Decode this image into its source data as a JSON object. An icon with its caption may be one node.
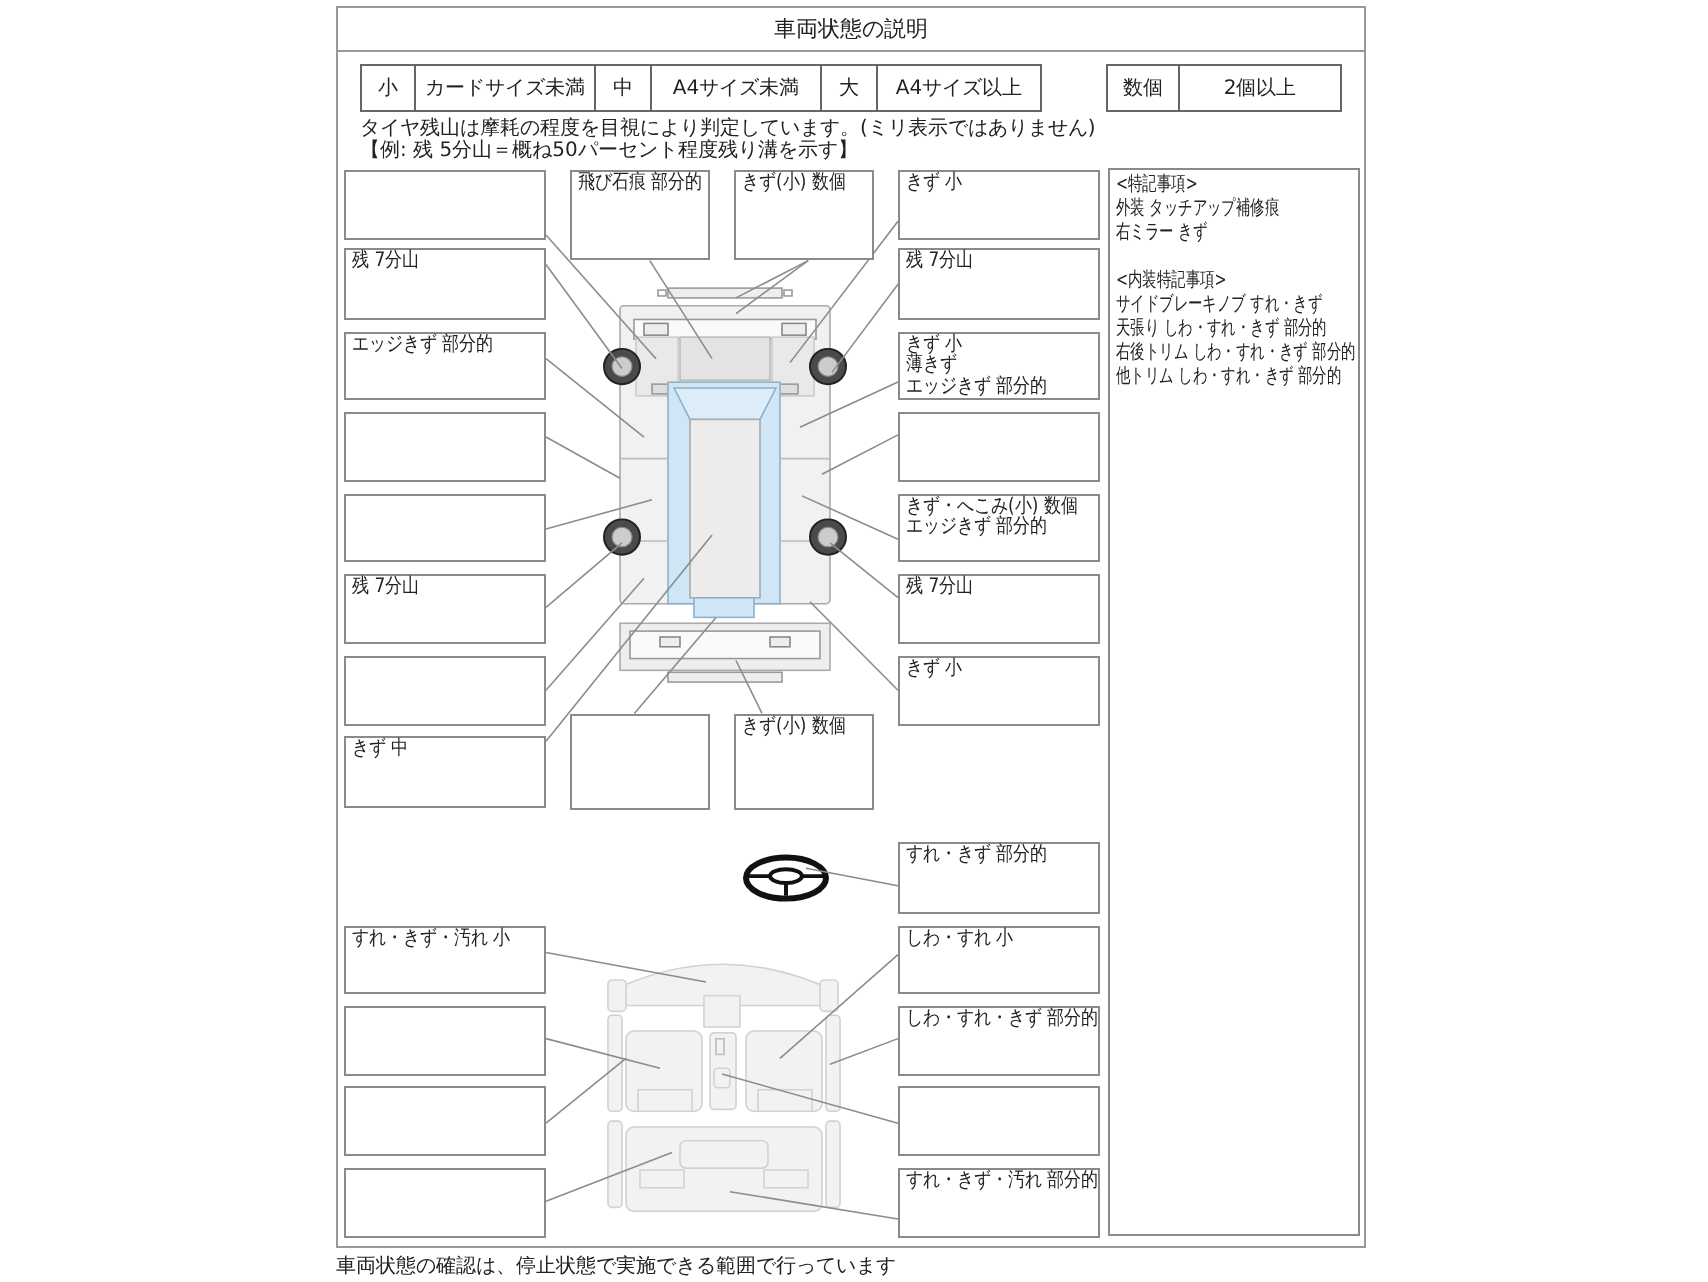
{
  "diagram": {
    "title": "車両状態の説明",
    "nodes": [
      {
        "text": [],
        "shape": "box"
      },
      {
        "text": [
          "飛び石痕 部分的"
        ]
      },
      {
        "text": [
          "きず(小) 数個"
        ]
      },
      {
        "text": [
          "きず 小"
        ]
      },
      {
        "text": [
          "<特記事項>",
          "外装 タッチアップ補修痕",
          "右ミラー きず",
          "<内装特記事項>",
          "サイドブレーキノブ すれ・きず",
          "天張り しわ・すれ・きず 部分的",
          "右後トリム しわ・すれ・きず 部分的",
          "他トリム しわ・すれ・きず 部分的"
        ]
      },
      {
        "text": [
          "残 7分山"
        ]
      },
      {
        "text": [
          "残 7分山"
        ]
      },
      {
        "text": [
          "エッジきず 部分的"
        ]
      },
      {
        "text": [
          "きず 小",
          "薄きず",
          "エッジきず 部分的"
        ]
      },
      {
        "text": [],
        "shape": "box"
      },
      {
        "text": [],
        "shape": "box"
      },
      {
        "text": [],
        "shape": "box"
      },
      {
        "text": [
          "きず・へこみ(小) 数個",
          "エッジきず 部分的"
        ]
      },
      {
        "text": [
          "残 7分山"
        ]
      },
      {
        "text": [
          "残 7分山"
        ]
      },
      {
        "text": [],
        "shape": "box"
      },
      {
        "text": [
          "きず 小"
        ]
      },
      {
        "text": [
          "きず 中"
        ]
      },
      {
        "text": [],
        "shape": "box"
      },
      {
        "text": [
          "きず(小) 数個"
        ]
      },
      {
        "text": [
          "すれ・きず 部分的"
        ]
      },
      {
        "text": [
          "すれ・きず・汚れ 小"
        ]
      },
      {
        "text": [
          "しわ・すれ 小"
        ]
      },
      {
        "text": [],
        "shape": "box"
      },
      {
        "text": [
          "しわ・すれ・きず 部分的"
        ]
      },
      {
        "text": [],
        "shape": "box"
      },
      {
        "text": [],
        "shape": "box"
      },
      {
        "text": [],
        "shape": "box"
      },
      {
        "text": [
          "すれ・きず・汚れ 部分的"
        ]
      }
    ],
    "edges": [
      {
        "from": 0,
        "to": null,
        "arrow": "none"
      },
      {
        "from": 1,
        "to": null,
        "arrow": "none"
      },
      {
        "from": 2,
        "to": null,
        "arrow": "none"
      },
      {
        "from": 2,
        "to": null,
        "arrow": "none"
      },
      {
        "from": 3,
        "to": null,
        "arrow": "none"
      },
      {
        "from": 5,
        "to": null,
        "arrow": "none"
      },
      {
        "from": 6,
        "to": null,
        "arrow": "none"
      },
      {
        "from": 7,
        "to": null,
        "arrow": "none"
      },
      {
        "from": 8,
        "to": null,
        "arrow": "none"
      },
      {
        "from": 9,
        "to": null,
        "arrow": "none"
      },
      {
        "from": 10,
        "to": null,
        "arrow": "none"
      },
      {
        "from": 11,
        "to": null,
        "arrow": "none"
      },
      {
        "from": 12,
        "to": null,
        "arrow": "none"
      },
      {
        "from": 13,
        "to": null,
        "arrow": "none"
      },
      {
        "from": 14,
        "to": null,
        "arrow": "none"
      },
      {
        "from": 15,
        "to": null,
        "arrow": "none"
      },
      {
        "from": 16,
        "to": null,
        "arrow": "none"
      },
      {
        "from": 17,
        "to": null,
        "arrow": "none"
      },
      {
        "from": 18,
        "to": null,
        "arrow": "none"
      },
      {
        "from": 19,
        "to": null,
        "arrow": "none"
      },
      {
        "from": 20,
        "to": null,
        "arrow": "none"
      },
      {
        "from": 21,
        "to": null,
        "arrow": "none"
      },
      {
        "from": 22,
        "to": null,
        "arrow": "none"
      },
      {
        "from": 23,
        "to": null,
        "arrow": "none"
      },
      {
        "from": 24,
        "to": null,
        "arrow": "none"
      },
      {
        "from": 25,
        "to": null,
        "arrow": "none"
      },
      {
        "from": 26,
        "to": null,
        "arrow": "none"
      },
      {
        "from": 27,
        "to": null,
        "arrow": "none"
      },
      {
        "from": 28,
        "to": null,
        "arrow": "none"
      }
    ],
    "labels": [
      "小",
      "カードサイズ未満",
      "中",
      "A4サイズ未満",
      "大",
      "A4サイズ以上",
      "数個",
      "2個以上",
      "タイヤ残山は摩耗の程度を目視により判定しています。(ミリ表示ではありません)",
      "【例: 残 5分山＝概ね50パーセント程度残り溝を示す】",
      "車両状態の確認は、停止状態で実施できる範囲で行っています"
    ]
  }
}
